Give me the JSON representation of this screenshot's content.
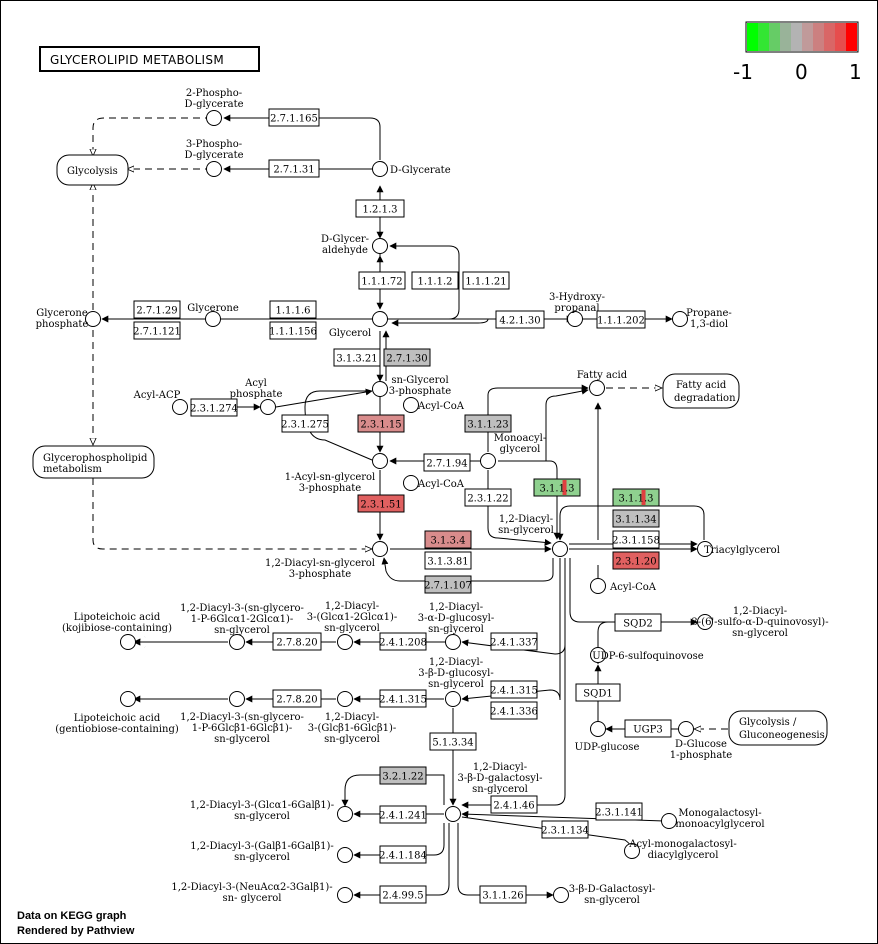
{
  "title": "GLYCEROLIPID  METABOLISM",
  "legend": {
    "labels": [
      "-1",
      "0",
      "1"
    ],
    "colors": [
      "#00ff00",
      "#33e633",
      "#66cc66",
      "#99b399",
      "#b3b3b3",
      "#c09a9a",
      "#cc8080",
      "#d96666",
      "#e64d4d",
      "#ff0000"
    ]
  },
  "footer": {
    "line1": "Data on KEGG graph",
    "line2": "Rendered by  Pathview"
  },
  "colors": {
    "gray": "#bfbfbf",
    "pink": "#d98c8c",
    "red": "#e06060",
    "green": "#8fd18f"
  },
  "compounds": {
    "phospho2": [
      "2-Phospho-",
      "D-glycerate"
    ],
    "phospho3": [
      "3-Phospho-",
      "D-glycerate"
    ],
    "dglycerate": "D-Glycerate",
    "dglyceraldehyde": [
      "D-Glycer-",
      "aldehyde"
    ],
    "glyceronep": [
      "Glycerone",
      "phosphate"
    ],
    "glycerone": "Glycerone",
    "glycerol": "Glycerol",
    "hydroxypropanal": [
      "3-Hydroxy-",
      "propanal"
    ],
    "propanediol": [
      "Propane-",
      "1,3-diol"
    ],
    "acylacp": "Acyl-ACP",
    "acylphosphate": [
      "Acyl",
      "phosphate"
    ],
    "snglycerol3p": [
      "sn-Glycerol",
      "3-phosphate"
    ],
    "acylcoa1": "Acyl-CoA",
    "fattyacid": "Fatty acid",
    "monoacylglycerol": [
      "Monoacyl-",
      "glycerol"
    ],
    "acylsnglycerol3p": [
      "1-Acyl-sn-glycerol",
      "3-phosphate"
    ],
    "acylcoa2": "Acyl-CoA",
    "diacylsnglycerol": [
      "1,2-Diacyl-",
      "sn-glycerol"
    ],
    "triacylglycerol": "Triacylglycerol",
    "acylcoa3": "Acyl-CoA",
    "diacylsnglycerol3p": [
      "1,2-Diacyl-sn-glycerol",
      "3-phosphate"
    ],
    "lta_kojibiose": [
      "Lipoteichoic acid",
      "(kojibiose-containing)"
    ],
    "dag_glcglc_p": [
      "1,2-Diacyl-3-(sn-glycero-",
      "1-P-6Glcα1-2Glcα1)-",
      "sn-glycerol"
    ],
    "dag_glcglc": [
      "1,2-Diacyl-",
      "3-(Glcα1-2Glcα1)-",
      "sn-glycerol"
    ],
    "dag_aglucosyl": [
      "1,2-Diacyl-",
      "3-α-D-glucosyl-",
      "sn-glycerol"
    ],
    "sulfoquinovosyl": [
      "1,2-Diacyl-",
      "3-(6'-sulfo-α-D-quinovosyl)-",
      "sn-glycerol"
    ],
    "udpsulfo": "UDP-6-sulfoquinovose",
    "dag_bglucosyl": [
      "1,2-Diacyl-",
      "3-β-D-glucosyl-",
      "sn-glycerol"
    ],
    "lta_gentiobiose": [
      "Lipoteichoic acid",
      "(gentiobiose-containing)"
    ],
    "dag_gentio_p": [
      "1,2-Diacyl-3-(sn-glycero-",
      "1-P-6Glcβ1-6Glcβ1)-",
      "sn-glycerol"
    ],
    "dag_gentio": [
      "1,2-Diacyl-",
      "3-(Glcβ1-6Glcβ1)-",
      "sn-glycerol"
    ],
    "udpglucose": "UDP-glucose",
    "dglucose1p": [
      "D-Glucose",
      "1-phosphate"
    ],
    "dag_galactosyl": [
      "1,2-Diacyl-",
      "3-β-D-galactosyl-",
      "sn-glycerol"
    ],
    "dag_glcgal": [
      "1,2-Diacyl-3-(Glcα1-6Galβ1)-",
      "sn-glycerol"
    ],
    "dag_galgal": [
      "1,2-Diacyl-3-(Galβ1-6Galβ1)-",
      "sn-glycerol"
    ],
    "dag_neuac": [
      "1,2-Diacyl-3-(NeuAcα2-3Galβ1)-",
      "sn- glycerol"
    ],
    "monogalactosyl": [
      "Monogalactosyl-",
      "monoacylglycerol"
    ],
    "acylmonogal": [
      "Acyl-monogalactosyl-",
      "diacylglycerol"
    ],
    "bgalactosyl": [
      "3-β-D-Galactosyl-",
      "sn-glycerol"
    ]
  },
  "pathways": {
    "glycolysis": "Glycolysis",
    "fattyacid_deg": [
      "Fatty acid",
      "degradation"
    ],
    "glycerophospholipid": [
      "Glycerophospholipid",
      "metabolism"
    ],
    "glycolysis_glu": [
      "Glycolysis /",
      "Gluconeogenesis"
    ]
  },
  "enzymes": {
    "e_27165": "2.7.1.165",
    "e_27131": "2.7.1.31",
    "e_1213": "1.2.1.3",
    "e_11172": "1.1.1.72",
    "e_1112": "1.1.1.2",
    "e_11121": "1.1.1.21",
    "e_2729": "2.7.1.29",
    "e_27121": "2.7.1.121",
    "e_1116": "1.1.1.6",
    "e_111156": "1.1.1.156",
    "e_42130": "4.2.1.30",
    "e_111202": "1.1.1.202",
    "e_31321": "3.1.3.21",
    "e_27130": "2.7.1.30",
    "e_231274": "2.3.1.274",
    "e_231275": "2.3.1.275",
    "e_23115": "2.3.1.15",
    "e_311123": "3.1.1.23",
    "e_27194": "2.7.1.94",
    "e_23151": "2.3.1.51",
    "e_23122": "2.3.1.22",
    "e_3113a": "3.1.1.3",
    "e_3113b": "3.1.1.3",
    "e_31134": "3.1.1.34",
    "e_3134": "3.1.3.4",
    "e_31381": "3.1.3.81",
    "e_231158": "2.3.1.158",
    "e_23120": "2.3.1.20",
    "e_271107": "2.7.1.107",
    "e_sqd2": "SQD2",
    "e_27820a": "2.7.8.20",
    "e_241208": "2.4.1.208",
    "e_241337": "2.4.1.337",
    "e_241315a": "2.4.1.315",
    "e_241336": "2.4.1.336",
    "e_27820b": "2.7.8.20",
    "e_241315b": "2.4.1.315",
    "e_sqd1": "SQD1",
    "e_51334": "5.1.3.34",
    "e_ugp3": "UGP3",
    "e_32122": "3.2.1.22",
    "e_24146": "2.4.1.46",
    "e_231141": "2.3.1.141",
    "e_241241": "2.4.1.241",
    "e_231134": "2.3.1.134",
    "e_241184": "2.4.1.184",
    "e_24995": "2.4.99.5",
    "e_31126": "3.1.1.26"
  }
}
